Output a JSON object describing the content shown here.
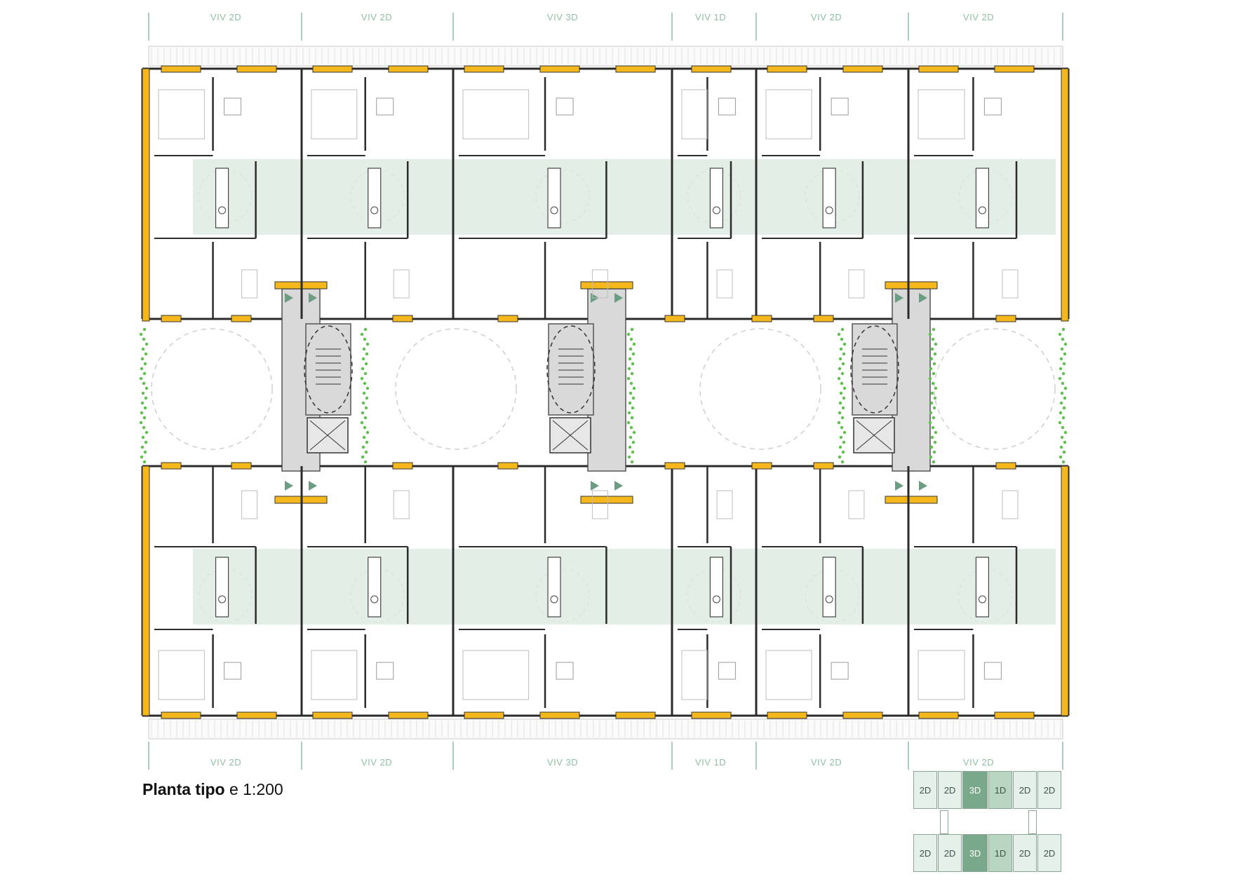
{
  "units_top": [
    "VIV 2D",
    "VIV 2D",
    "VIV 3D",
    "VIV 1D",
    "VIV 2D",
    "VIV 2D"
  ],
  "units_bottom": [
    "VIV 2D",
    "VIV 2D",
    "VIV 3D",
    "VIV 1D",
    "VIV 2D",
    "VIV 2D"
  ],
  "caption": {
    "title": "Planta tipo",
    "scale": "e 1:200"
  },
  "key_plan": {
    "top_row": [
      "2D",
      "2D",
      "3D",
      "1D",
      "2D",
      "2D"
    ],
    "bottom_row": [
      "2D",
      "2D",
      "3D",
      "1D",
      "2D",
      "2D"
    ]
  },
  "colors": {
    "wall": "#2b2b2b",
    "window_yellow": "#f5b81c",
    "core_grey": "#d9d9d9",
    "bath_green": "#e3efe6",
    "plants": "#5cc14a",
    "label_green": "#8fbfa3",
    "key_light": "#e6f0ea",
    "key_3d": "#7aa88a",
    "key_1d": "#b9d6c3"
  }
}
